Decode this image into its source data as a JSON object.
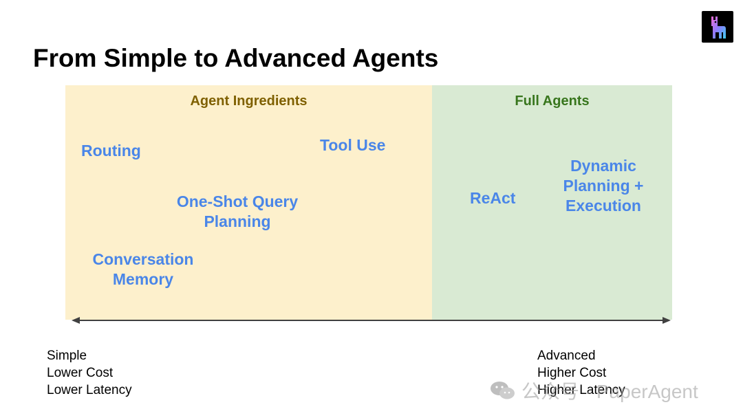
{
  "title": "From Simple to Advanced Agents",
  "logo_icon": "llama-icon",
  "colors": {
    "ingredients_bg": "#fdf0cc",
    "full_bg": "#d9ead3",
    "ingredients_heading": "#7f6000",
    "full_heading": "#38761d",
    "item_text": "#4a86e8"
  },
  "sections": {
    "ingredients": {
      "heading": "Agent Ingredients",
      "items": [
        "Routing",
        "Tool Use",
        "One-Shot Query Planning",
        "Conversation Memory"
      ]
    },
    "full": {
      "heading": "Full Agents",
      "items": [
        "ReAct",
        "Dynamic Planning + Execution"
      ]
    }
  },
  "axis": {
    "left": [
      "Simple",
      "Lower Cost",
      "Lower Latency"
    ],
    "right": [
      "Advanced",
      "Higher Cost",
      "Higher Latency"
    ]
  },
  "watermark": {
    "text": "公众号 · PaperAgent",
    "icon": "wechat-icon"
  }
}
